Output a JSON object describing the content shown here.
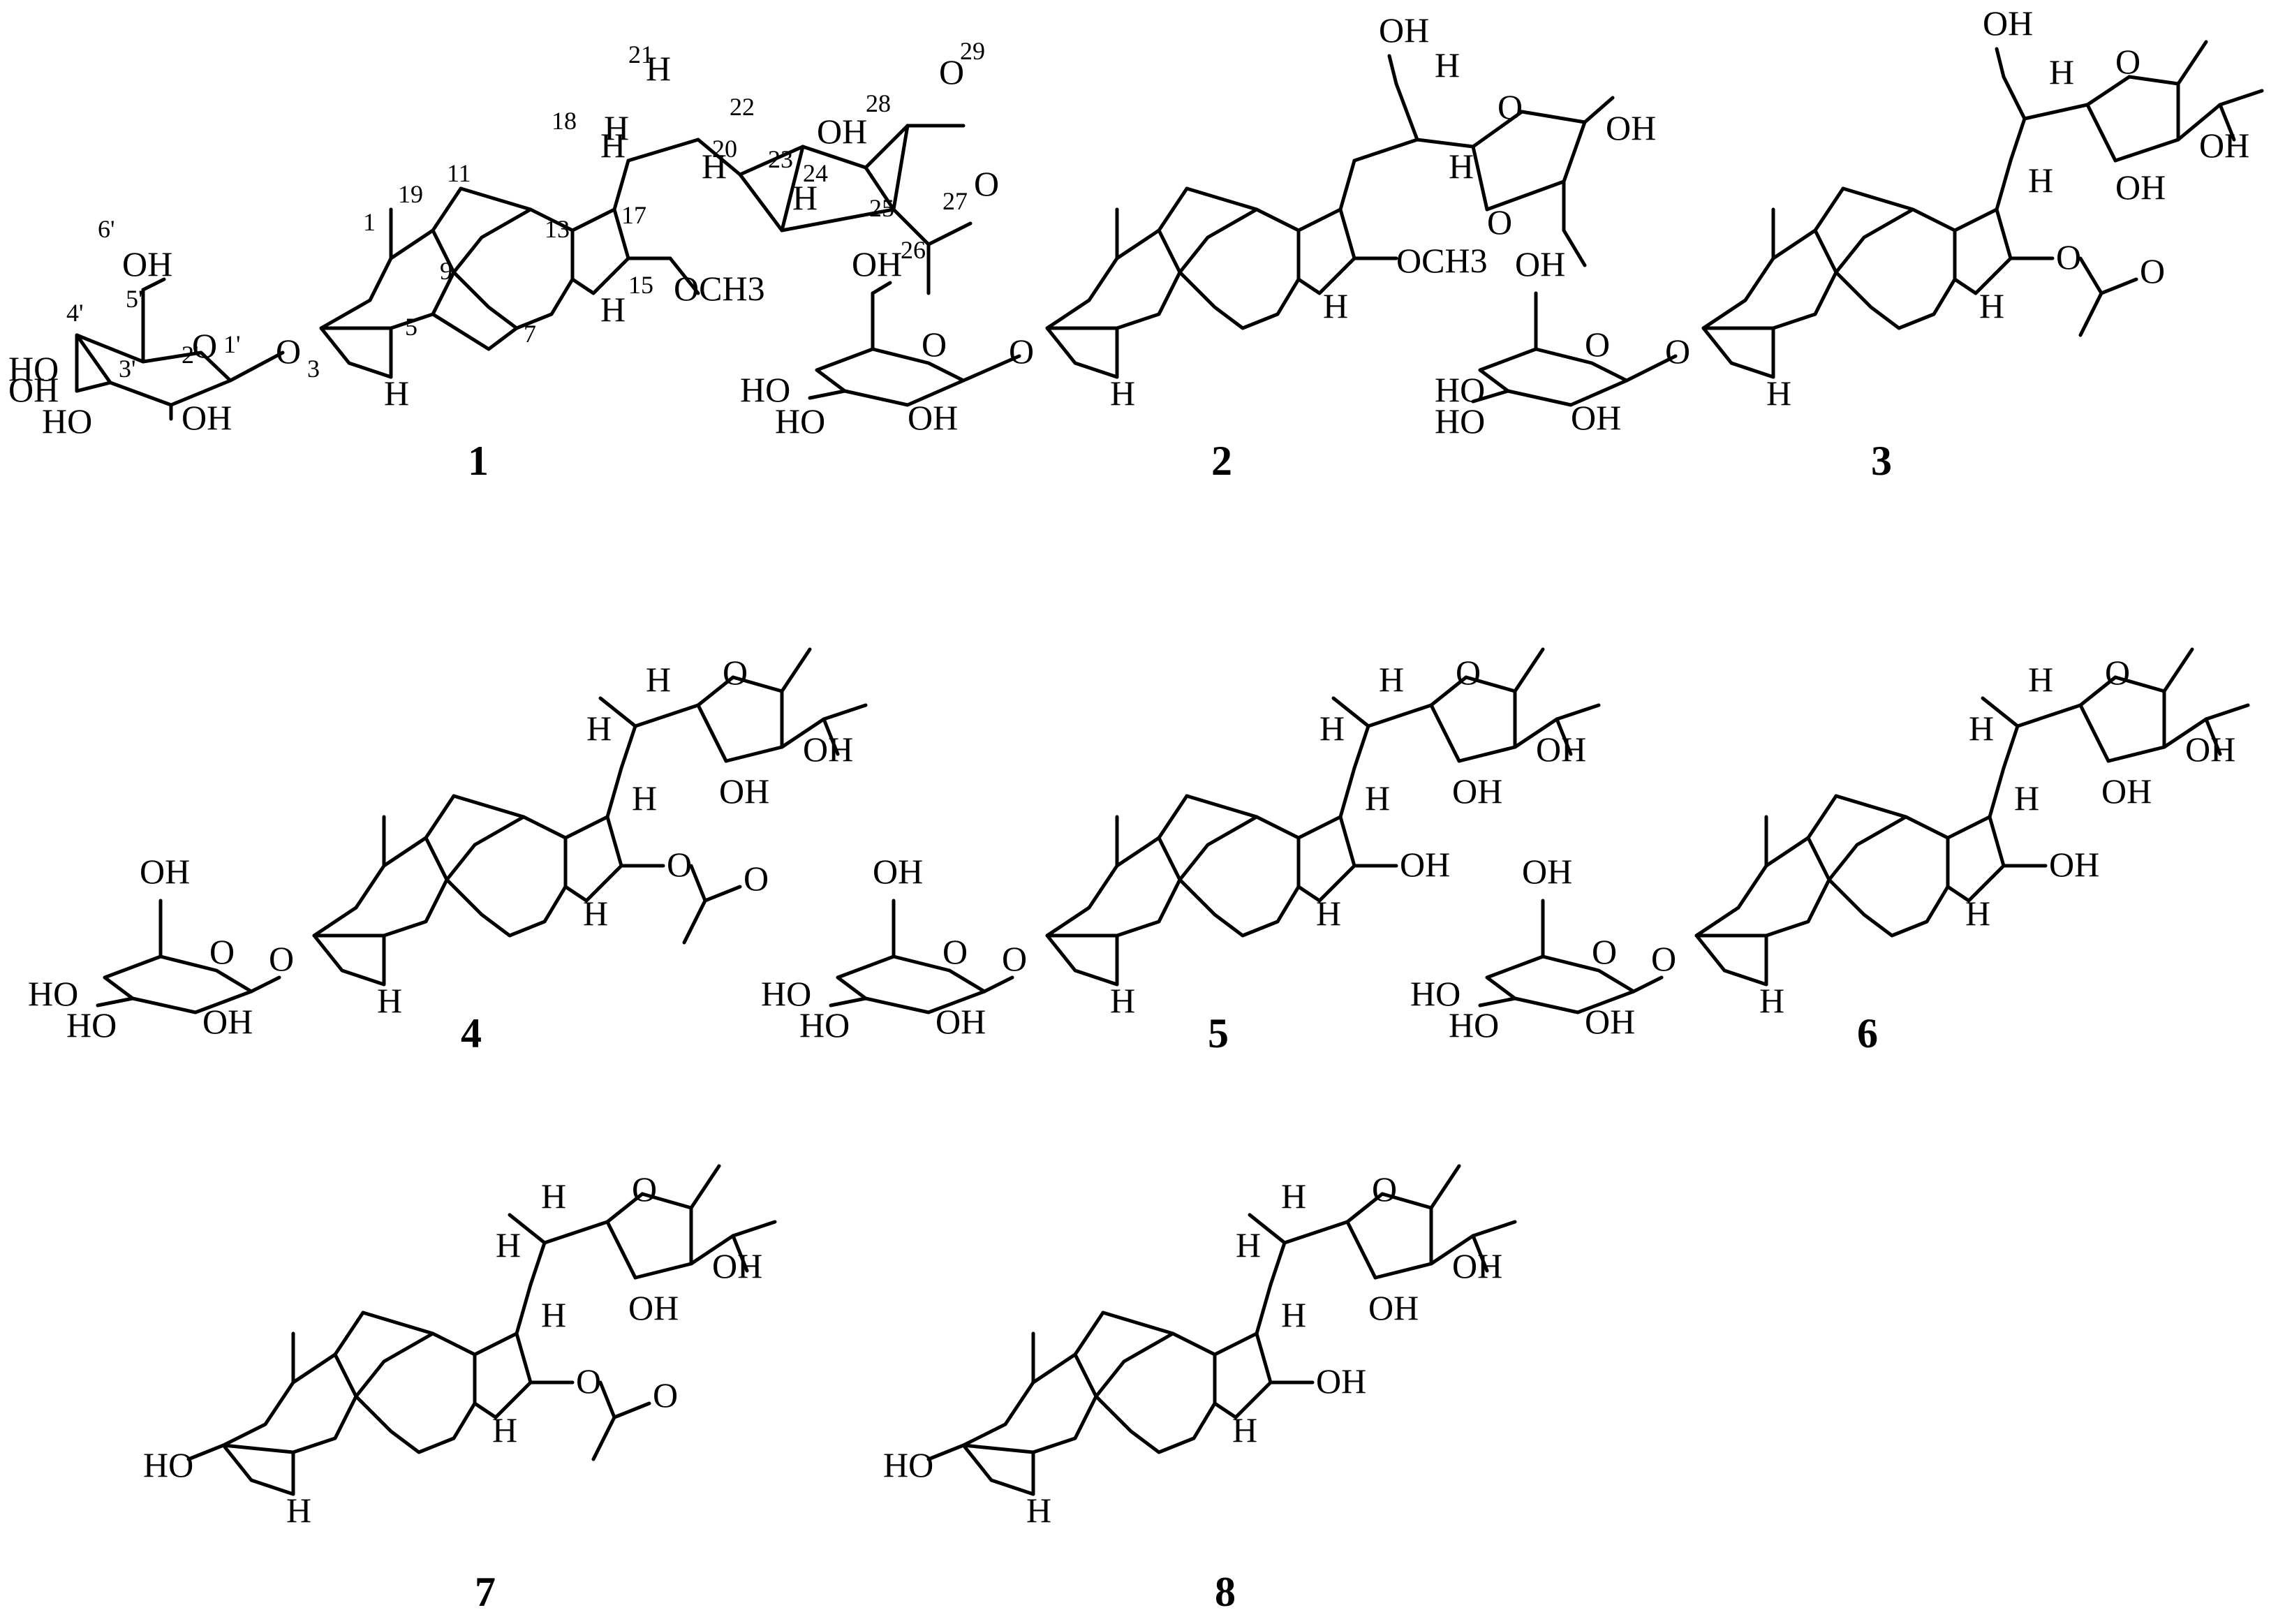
{
  "figure": {
    "compounds": [
      {
        "id": "1",
        "atom_labels": [
          "OH",
          "OH",
          "OH",
          "HO",
          "HO",
          "O",
          "O",
          "H",
          "O",
          "O",
          "OCH3",
          "H",
          "H",
          "H",
          "H",
          "OH",
          "H",
          "H"
        ],
        "numbers": [
          "6'",
          "5'",
          "4'",
          "3'",
          "2'",
          "1'",
          "3",
          "5",
          "1",
          "19",
          "11",
          "9",
          "7",
          "13",
          "18",
          "17",
          "15",
          "21",
          "20",
          "22",
          "23",
          "24",
          "28",
          "29",
          "25",
          "26",
          "27"
        ]
      },
      {
        "id": "2",
        "atom_labels": [
          "OH",
          "HO",
          "HO",
          "OH",
          "O",
          "O",
          "H",
          "OH",
          "H",
          "O",
          "H",
          "OH",
          "O",
          "OCH3",
          "H"
        ]
      },
      {
        "id": "3",
        "atom_labels": [
          "OH",
          "HO",
          "HO",
          "OH",
          "O",
          "O",
          "H",
          "OH",
          "H",
          "O",
          "OH",
          "OH",
          "H",
          "O",
          "O",
          "H"
        ]
      },
      {
        "id": "4",
        "atom_labels": [
          "OH",
          "HO",
          "HO",
          "OH",
          "O",
          "O",
          "H",
          "H",
          "O",
          "H",
          "OH",
          "OH",
          "H",
          "O",
          "O",
          "H"
        ]
      },
      {
        "id": "5",
        "atom_labels": [
          "OH",
          "HO",
          "HO",
          "OH",
          "O",
          "O",
          "H",
          "H",
          "O",
          "H",
          "OH",
          "OH",
          "H",
          "OH",
          "H"
        ]
      },
      {
        "id": "6",
        "atom_labels": [
          "OH",
          "HO",
          "HO",
          "OH",
          "O",
          "O",
          "H",
          "H",
          "O",
          "H",
          "OH",
          "OH",
          "H",
          "OH",
          "H"
        ]
      },
      {
        "id": "7",
        "atom_labels": [
          "HO",
          "H",
          "H",
          "O",
          "H",
          "OH",
          "OH",
          "H",
          "O",
          "O",
          "H"
        ]
      },
      {
        "id": "8",
        "atom_labels": [
          "HO",
          "H",
          "H",
          "O",
          "H",
          "OH",
          "OH",
          "H",
          "OH",
          "H"
        ]
      }
    ]
  }
}
